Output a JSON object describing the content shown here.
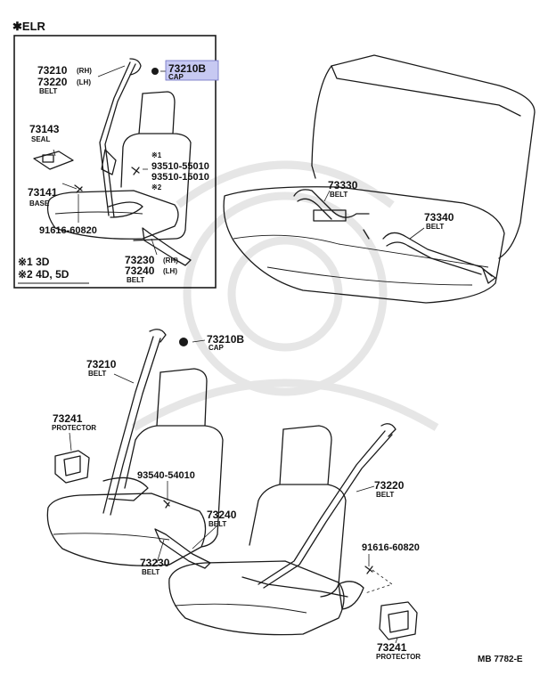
{
  "elr_heading": "✱ELR",
  "inset": {
    "belt_rh_lh": {
      "num1": "73210",
      "side1": "(RH)",
      "num2": "73220",
      "side2": "(LH)",
      "name": "BELT"
    },
    "cap": {
      "number": "73210B",
      "name": "CAP",
      "highlight": "#c7c9f2"
    },
    "seal": {
      "number": "73143",
      "name": "SEAL"
    },
    "base": {
      "number": "73141",
      "name": "BASE"
    },
    "bolts": {
      "mark1": "※1",
      "num1": "93510-55010",
      "num2": "93510-15010",
      "mark2": "※2"
    },
    "bolt_91616": "91616-60820",
    "buckle": {
      "num1": "73230",
      "side1": "(RH)",
      "num2": "73240",
      "side2": "(LH)",
      "name": "BELT"
    },
    "note1": "※1 3D",
    "note2": "※2 4D, 5D"
  },
  "rear": {
    "belt_73330": {
      "number": "73330",
      "name": "BELT"
    },
    "belt_73340": {
      "number": "73340",
      "name": "BELT"
    }
  },
  "front": {
    "cap": {
      "number": "73210B",
      "name": "CAP"
    },
    "belt_73210": {
      "number": "73210",
      "name": "BELT"
    },
    "protector_left": {
      "number": "73241",
      "name": "PROTECTOR"
    },
    "bolt_93540": "93540-54010",
    "belt_73240": {
      "number": "73240",
      "name": "BELT"
    },
    "belt_73230": {
      "number": "73230",
      "name": "BELT"
    },
    "belt_73220": {
      "number": "73220",
      "name": "BELT"
    },
    "bolt_91616": "91616-60820",
    "protector_right": {
      "number": "73241",
      "name": "PROTECTOR"
    }
  },
  "footer_code": "MB 7782-E"
}
